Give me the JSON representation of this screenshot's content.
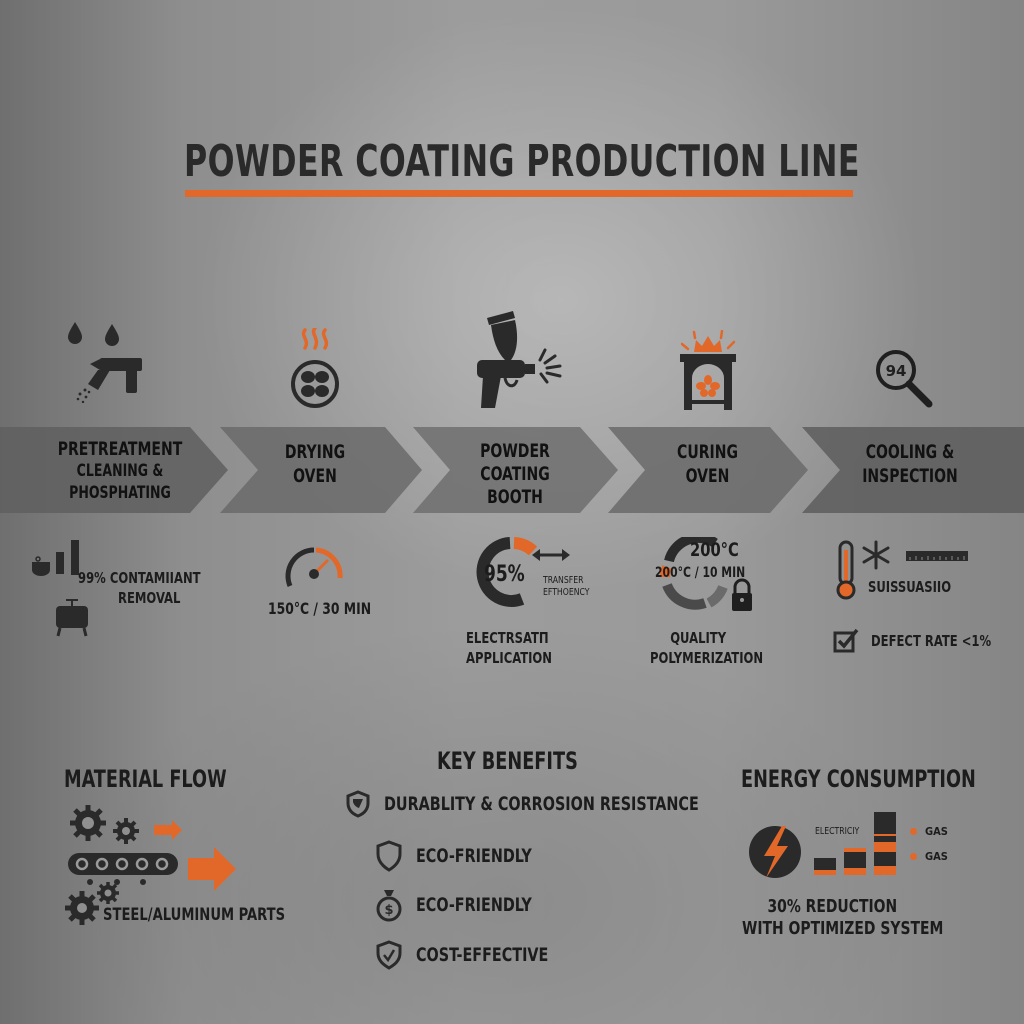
{
  "header": {
    "title": "POWDER COATING PRODUCTION LINE",
    "accent_color": "#e2682a"
  },
  "stages": [
    {
      "label_lines": [
        "PRETREATMENT",
        "CLEANING &",
        "PHOSPHATING"
      ],
      "icon": "spray-gun-droplets-icon"
    },
    {
      "label_lines": [
        "DRYING",
        "OVEN"
      ],
      "icon": "heated-fan-icon"
    },
    {
      "label_lines": [
        "POWDER",
        "COATING",
        "BOOTH"
      ],
      "icon": "spray-gun-icon"
    },
    {
      "label_lines": [
        "CURING",
        "OVEN"
      ],
      "icon": "oven-flame-icon"
    },
    {
      "label_lines": [
        "COOLING &",
        "INSPECTION"
      ],
      "icon": "magnifier-icon",
      "icon_text": "94"
    }
  ],
  "stage_details": {
    "pretreatment": {
      "line1": "99% CONTAMIIANT",
      "line2": "REMOVAL",
      "icon": "tank-bar-chart-icon"
    },
    "drying": {
      "text": "150°C / 30 MIN",
      "icon": "gauge-icon"
    },
    "coating": {
      "percent": "95%",
      "side_line1": "TRANSFER",
      "side_line2": "EFTHOENCY",
      "line1": "ELECTRSATΠ",
      "line2": "APPLICATION",
      "icon": "donut-arrow-icon"
    },
    "curing": {
      "top": "200°C",
      "mid": "200°C / 10 MIN",
      "line1": "QUALITY",
      "line2": "POLYMERIZATION",
      "icon": "lock-icon"
    },
    "cooling": {
      "garbled": "SUISSUASIIO",
      "defect": "DEFECT RATE <1%",
      "icons": [
        "thermometer-icon",
        "snowflake-icon",
        "ruler-icon",
        "checkbox-icon"
      ]
    }
  },
  "material_flow": {
    "title": "MATERIAL FLOW",
    "caption": "STEEL/ALUMINUM PARTS"
  },
  "key_benefits": {
    "title": "KEY BENEFITS",
    "items": [
      {
        "label": "DURABLITY & CORROSION RESISTANCE",
        "icon": "shield-filled-icon"
      },
      {
        "label": "ECO-FRIENDLY",
        "icon": "shield-outline-icon"
      },
      {
        "label": "ECO-FRIENDLY",
        "icon": "money-bag-icon"
      },
      {
        "label": "COST-EFFECTIVE",
        "icon": "shield-check-icon"
      }
    ]
  },
  "energy": {
    "title": "ENERGY CONSUMPTION",
    "bar_label": "ELECTRICIY",
    "legend": [
      "GAS",
      "GAS"
    ],
    "caption_line1": "30% REDUCTION",
    "caption_line2": "WITH OPTIMIZED SYSTEM"
  }
}
